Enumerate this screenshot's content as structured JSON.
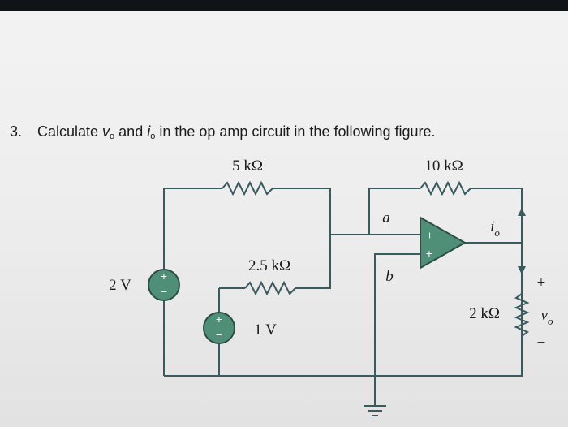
{
  "question": {
    "number": "3.",
    "prefix": "Calculate ",
    "v_var": "v",
    "v_sub": "o",
    "and_text": " and ",
    "i_var": "i",
    "i_sub": "o",
    "suffix": " in the op amp circuit in the following figure."
  },
  "circuit": {
    "r1_label": "5 kΩ",
    "r2_label": "10 kΩ",
    "r3_label": "2.5 kΩ",
    "r4_label": "2 kΩ",
    "source1_label": "2 V",
    "source2_label": "1 V",
    "node_a": "a",
    "node_b": "b",
    "current_label": "i",
    "current_sub": "o",
    "vout_label": "v",
    "vout_sub": "o",
    "plus": "+",
    "minus": "−"
  },
  "colors": {
    "wire": "#3a5a5f",
    "component_fill": "#4f8f78"
  }
}
